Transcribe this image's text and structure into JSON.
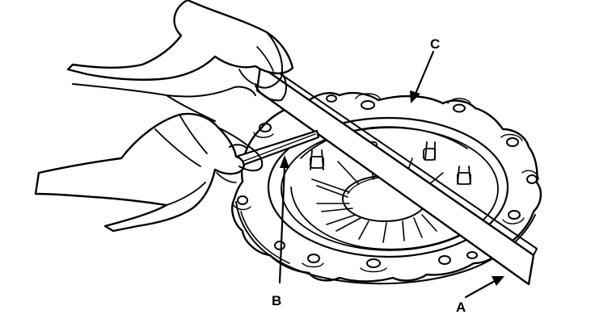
{
  "diagram": {
    "callouts": [
      {
        "id": "A",
        "text": "A",
        "refers_to": "straight-edge"
      },
      {
        "id": "B",
        "text": "B",
        "refers_to": "feeler-gauge"
      },
      {
        "id": "C",
        "text": "C",
        "refers_to": "pressure-plate"
      }
    ],
    "ink_color": "#000000",
    "background_color": "#ffffff"
  }
}
